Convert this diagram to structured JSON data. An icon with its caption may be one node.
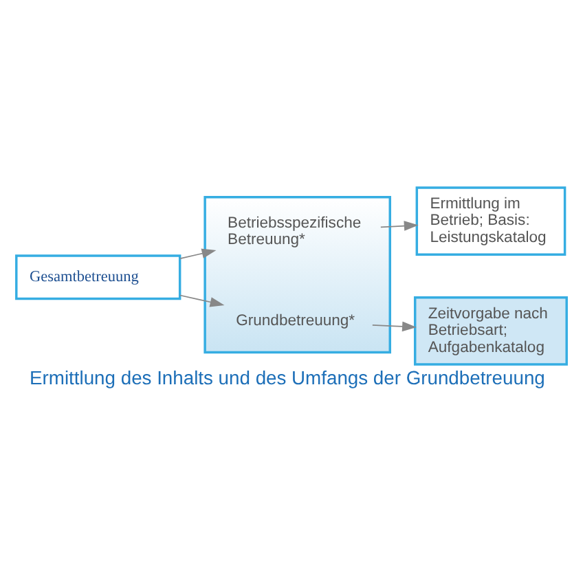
{
  "diagram": {
    "caption": "Ermittlung des Inhalts und des Umfangs der Grundbetreuung",
    "nodes": [
      {
        "text": [
          "Gesamtbetreuung"
        ]
      },
      {
        "text": [],
        "shape": "box"
      },
      {
        "text": [
          "Betriebsspezifische Betreuung*"
        ],
        "in": 1
      },
      {
        "text": [
          "Grundbetreuung*"
        ],
        "in": 1
      },
      {
        "text": [
          "Ermittlung im Betrieb; Basis: Leistungskatalog"
        ]
      },
      {
        "text": [
          "Zeitvorgabe nach Betriebsart; Aufgabenkatalog"
        ]
      }
    ],
    "edges": [
      {
        "from": 0,
        "to": 2,
        "arrow": "to"
      },
      {
        "from": 0,
        "to": 3,
        "arrow": "to"
      },
      {
        "from": 2,
        "to": 4,
        "arrow": "to"
      },
      {
        "from": 3,
        "to": 5,
        "arrow": "to"
      }
    ]
  }
}
